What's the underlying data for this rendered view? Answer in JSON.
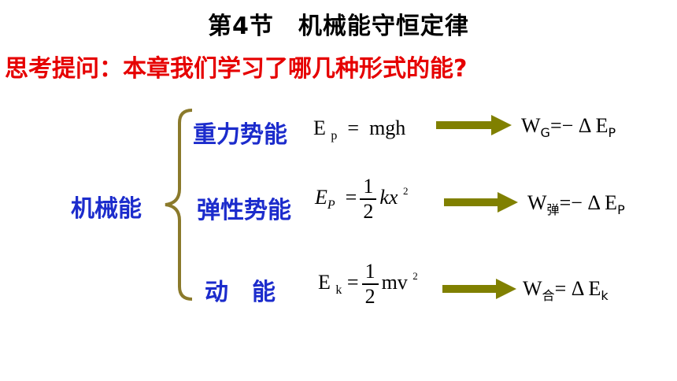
{
  "title": "第4节　机械能守恒定律",
  "question": "思考提问：本章我们学习了哪几种形式的能?",
  "root_label": "机械能",
  "colors": {
    "title": "#000000",
    "question": "#e60000",
    "label": "#1c2ccc",
    "brace": "#8b7a2b",
    "arrow": "#808000"
  },
  "rows": [
    {
      "label": "重力势能",
      "formula": {
        "E": "E",
        "sub": "p",
        "eq": "=",
        "rhs": "mgh"
      },
      "result": {
        "W": "W",
        "sub": "G",
        "rest": "=− Δ E",
        "rsub": "P"
      }
    },
    {
      "label": "弹性势能",
      "formula": {
        "E": "E",
        "sub": "P",
        "eq": "=",
        "num": "1",
        "den": "2",
        "rhs": "kx",
        "sup": "2"
      },
      "result": {
        "W": "W",
        "sub": "弹",
        "rest": "=− Δ E",
        "rsub": "P"
      }
    },
    {
      "label": "动　能",
      "formula": {
        "E": "E",
        "sub": "k",
        "eq": "=",
        "num": "1",
        "den": "2",
        "rhs": "mv",
        "sup": "2"
      },
      "result": {
        "W": "W",
        "sub": "合",
        "rest": "= Δ E",
        "rsub": "k"
      }
    }
  ]
}
